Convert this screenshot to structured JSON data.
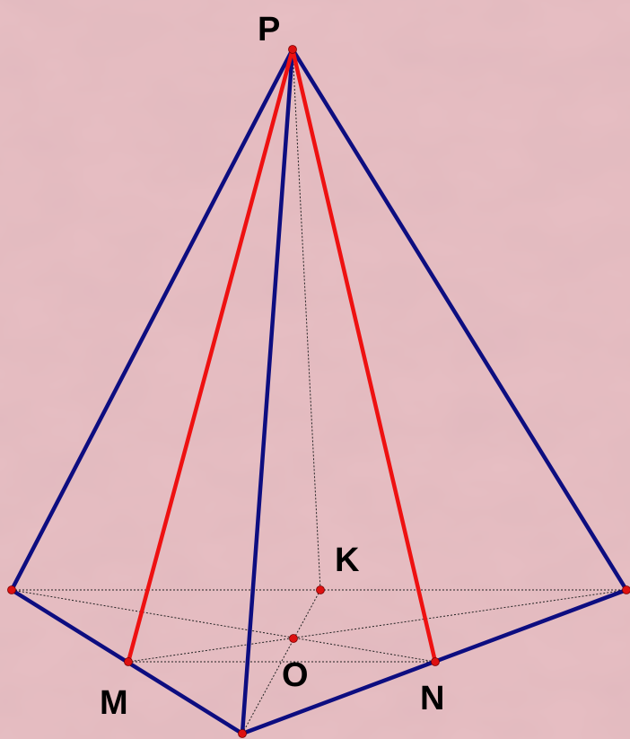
{
  "colors": {
    "background": "#e8bfc4",
    "edge": "#0d0d80",
    "apothem": "#ee1111",
    "hidden": "#222222",
    "point": "#dd1111"
  },
  "labels": {
    "P": "P",
    "K": "K",
    "O": "O",
    "M": "M",
    "N": "N"
  }
}
